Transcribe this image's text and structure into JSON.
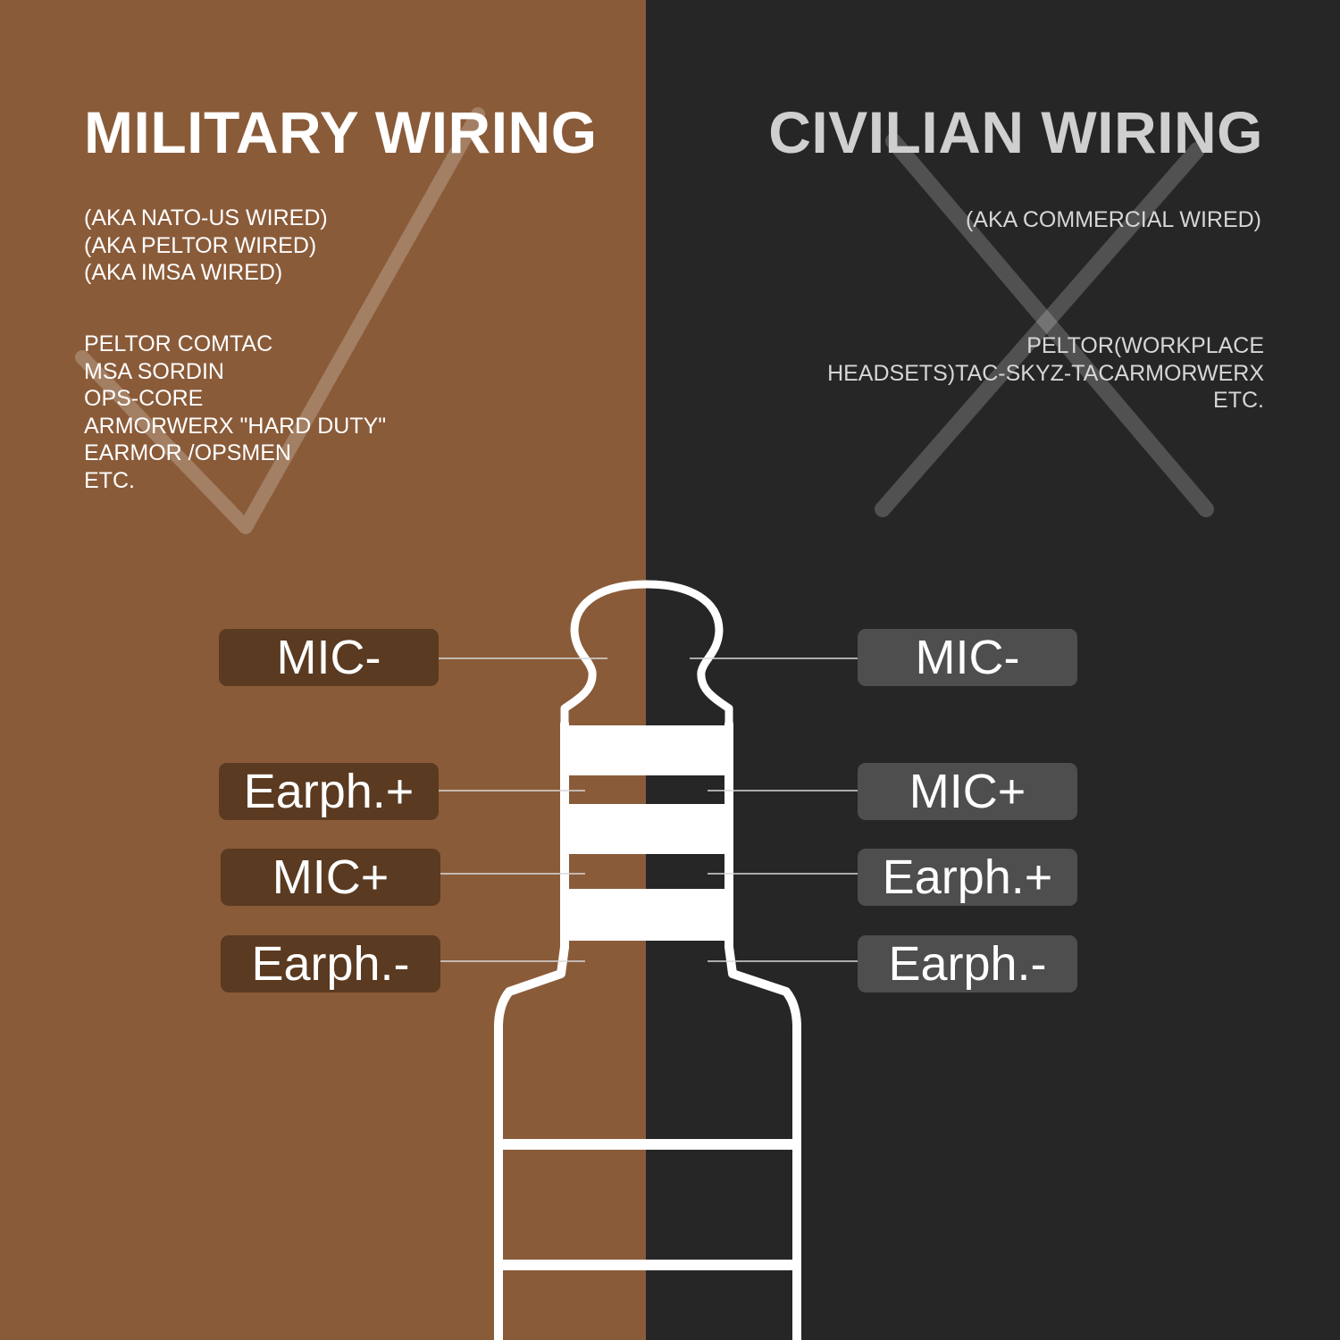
{
  "colors": {
    "military_bg": "#8a5b39",
    "civilian_bg": "#262626",
    "military_label_bg": "#5a3a21",
    "civilian_label_bg": "#4e4e4e",
    "plug_outline": "#ffffff"
  },
  "military": {
    "title": "MILITARY WIRING",
    "aka": [
      "(AKA NATO-US WIRED)",
      "(AKA PELTOR WIRED)",
      "(AKA IMSA WIRED)"
    ],
    "brands": [
      "PELTOR COMTAC",
      "MSA SORDIN",
      "OPS-CORE",
      "ARMORWERX \"HARD DUTY\"",
      "EARMOR /OPSMEN",
      "ETC."
    ],
    "mark_icon": "check-mark-icon",
    "pins": [
      "MIC-",
      "Earph.+",
      "MIC+",
      "Earph.-"
    ]
  },
  "civilian": {
    "title": "CIVILIAN WIRING",
    "aka": [
      "(AKA COMMERCIAL WIRED)"
    ],
    "brands": [
      "PELTOR(WORKPLACE",
      "HEADSETS)TAC-SKYZ-TACARMORWERX",
      "ETC."
    ],
    "mark_icon": "cross-mark-icon",
    "pins": [
      "MIC-",
      "MIC+",
      "Earph.+",
      "Earph.-"
    ]
  }
}
